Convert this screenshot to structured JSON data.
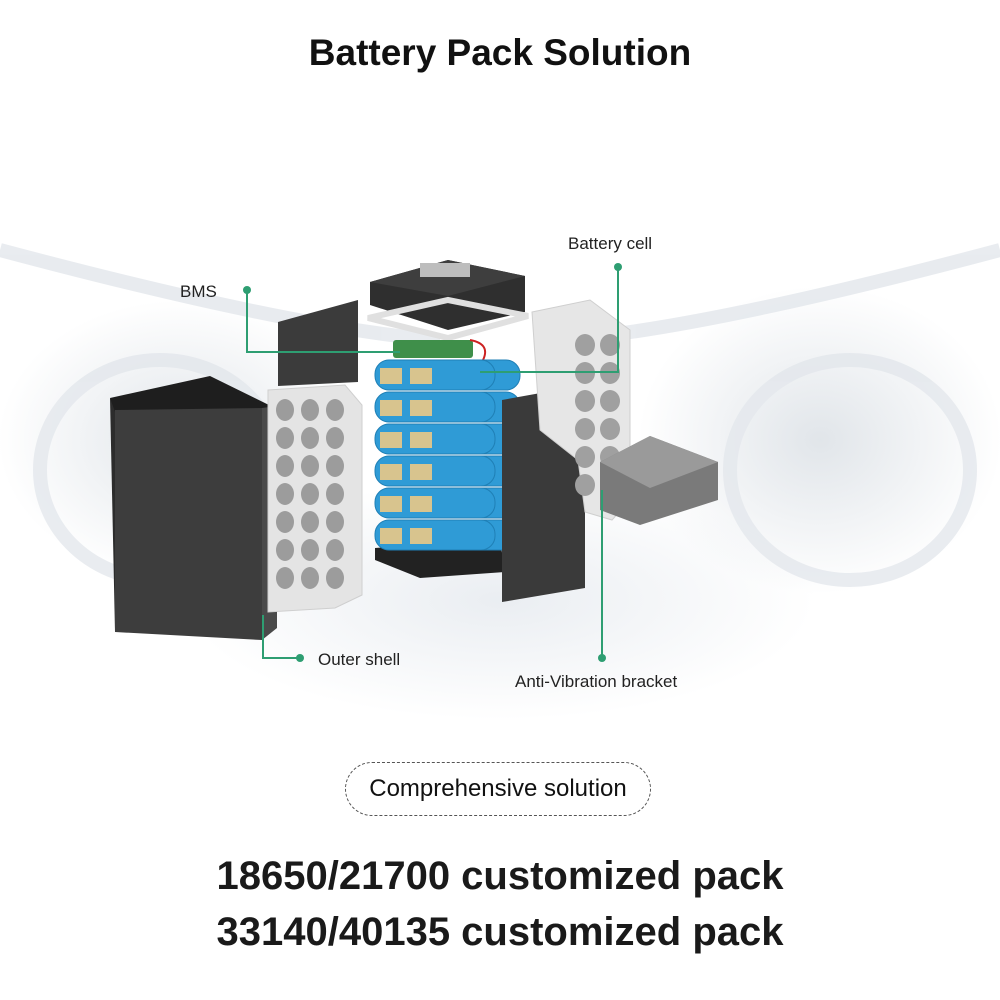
{
  "title": "Battery Pack Solution",
  "labels": {
    "bms": "BMS",
    "battery_cell": "Battery cell",
    "outer_shell": "Outer shell",
    "anti_vibration": "Anti-Vibration bracket"
  },
  "pill": "Comprehensive solution",
  "lines": [
    "18650/21700 customized pack",
    "33140/40135 customized pack"
  ],
  "colors": {
    "accent": "#2e9e72",
    "cell": "#2f9bd6",
    "strip": "#d8c48e",
    "dark": "#3a3a3a"
  }
}
